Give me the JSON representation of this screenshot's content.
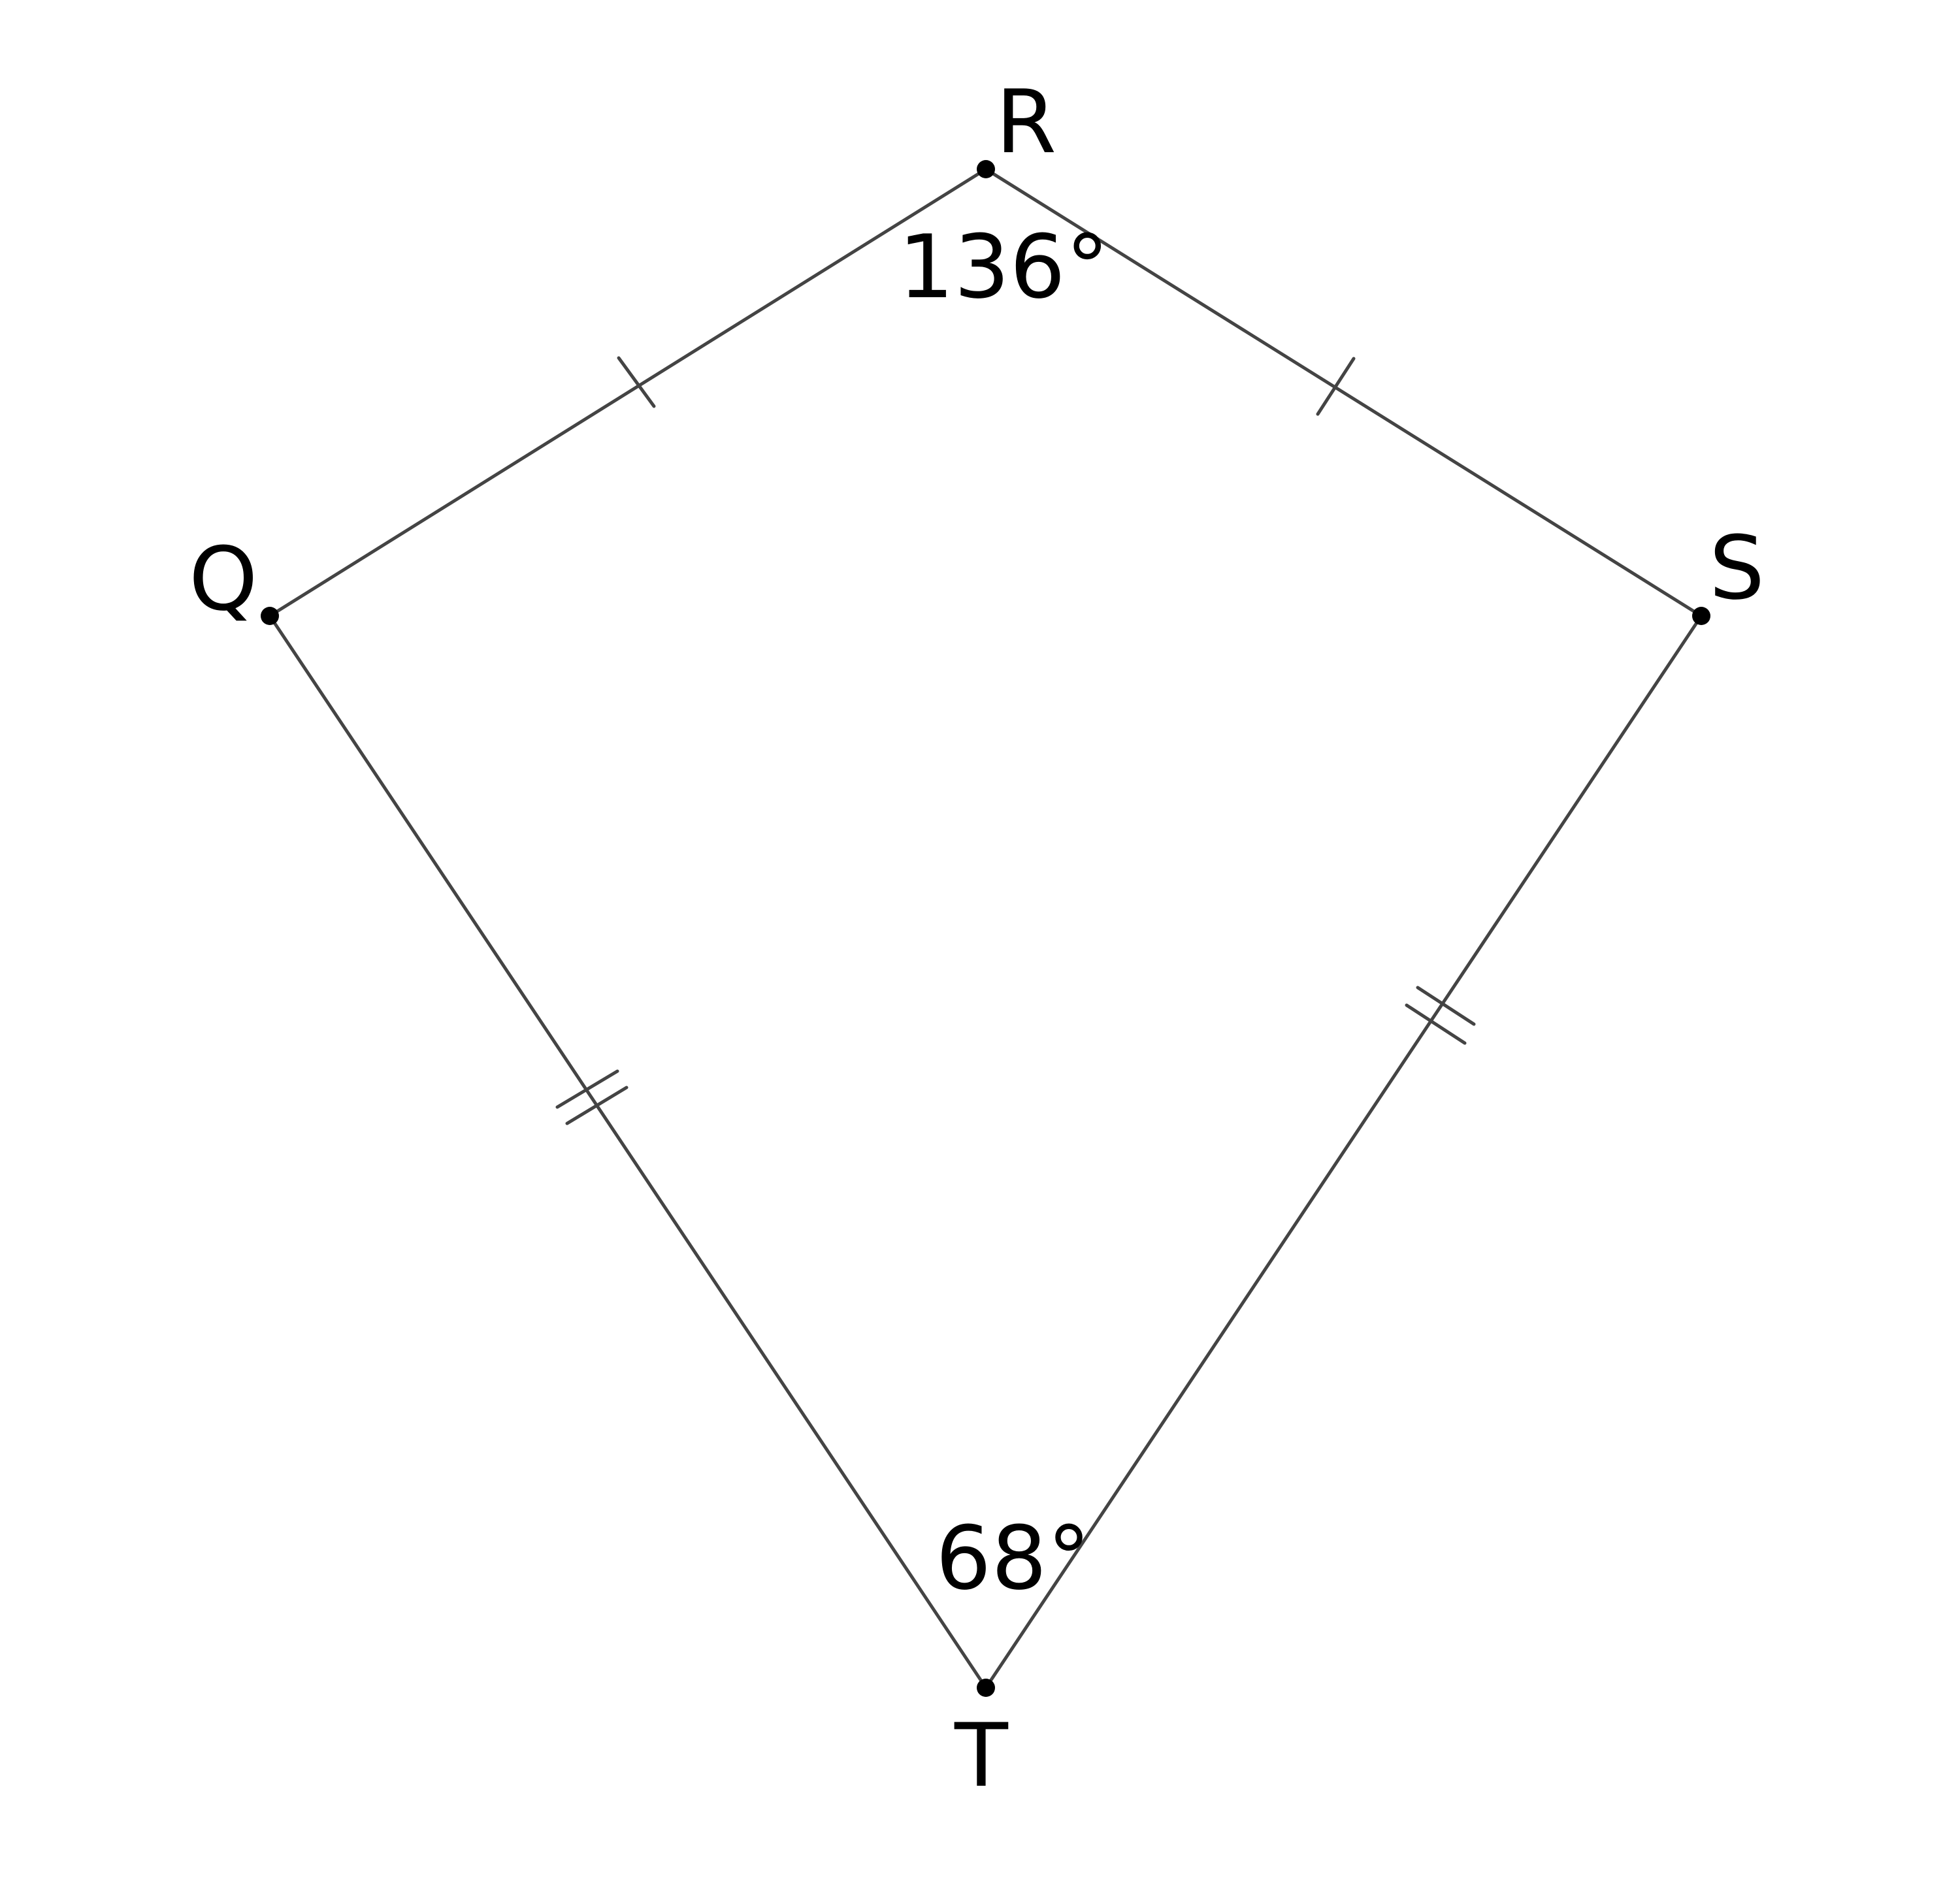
{
  "vertices": {
    "R": "R",
    "Q": "Q",
    "S": "S",
    "T": "T"
  },
  "angles": {
    "R": "136°",
    "T": "68°"
  },
  "colors": {
    "line": "#444444",
    "point": "#000000",
    "text": "#000000"
  }
}
